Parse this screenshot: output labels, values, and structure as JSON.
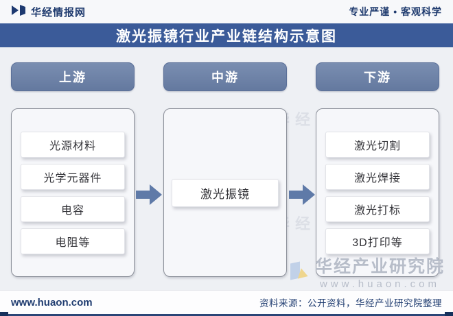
{
  "header": {
    "brand": "华经情报网",
    "tagline": "专业严谨 • 客观科学"
  },
  "title": "激光振镜行业产业链结构示意图",
  "stages": [
    {
      "label": "上游",
      "items": [
        "光源材料",
        "光学元器件",
        "电容",
        "电阻等"
      ]
    },
    {
      "label": "中游",
      "items": [
        "激光振镜"
      ]
    },
    {
      "label": "下游",
      "items": [
        "激光切割",
        "激光焊接",
        "激光打标",
        "3D打印等"
      ]
    }
  ],
  "footer": {
    "site": "www.huaon.com",
    "source": "资料来源：公开资料，华经产业研究院整理"
  },
  "watermark": {
    "line1": "华经产业研究院",
    "line2": "www.huaon.com"
  },
  "colors": {
    "title_bar": "#3b5b99",
    "stage_header": "#6e83aa",
    "arrow": "#5f7aa8",
    "navy_text": "#1e3a6e",
    "panel_bg": "#f6f7fa",
    "watermark_gray": "#b7bdc9"
  }
}
